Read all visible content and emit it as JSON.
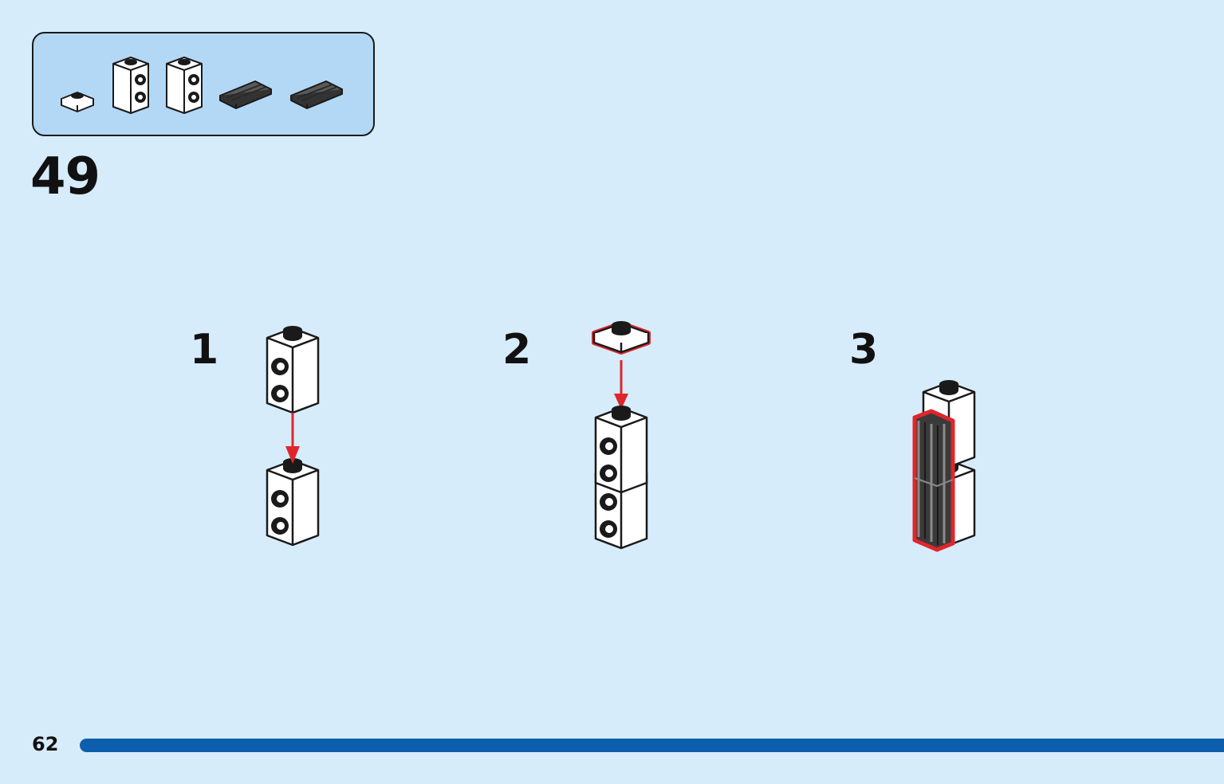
{
  "colors": {
    "background": "#d6ecfb",
    "parts_box": "#b3d8f6",
    "highlight": "#e0262b",
    "brick_white": "#ffffff",
    "tile_dark": "#4a4a4a",
    "progress": "#0d5fab"
  },
  "parts": [
    {
      "name": "plate-1x1-white-icon",
      "color": "#ffffff"
    },
    {
      "name": "brick-1x1-studs-white-icon",
      "color": "#ffffff"
    },
    {
      "name": "brick-1x1-studs-white-icon",
      "color": "#ffffff"
    },
    {
      "name": "tile-grille-dark-grey-icon",
      "color": "#4a4a4a"
    },
    {
      "name": "tile-grille-dark-grey-icon",
      "color": "#4a4a4a"
    }
  ],
  "step": {
    "number": "49",
    "substeps": [
      {
        "label": "1"
      },
      {
        "label": "2"
      },
      {
        "label": "3"
      }
    ]
  },
  "page": {
    "number": "62"
  }
}
